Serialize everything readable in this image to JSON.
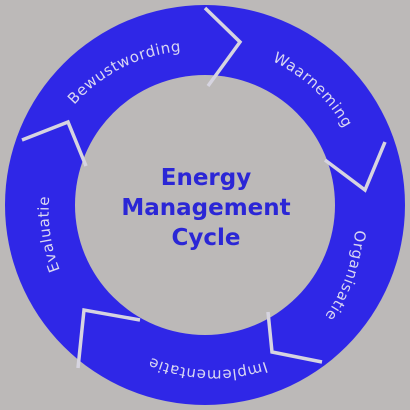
{
  "center": {
    "lines": [
      "Energy",
      "Management",
      "Cycle"
    ]
  },
  "segments": [
    {
      "label": "Bewustwording"
    },
    {
      "label": "Waarneming"
    },
    {
      "label": "Organisatie"
    },
    {
      "label": "Implementatie"
    },
    {
      "label": "Evaluatie"
    }
  ],
  "colors": {
    "background": "#bcb9b8",
    "ring": "#2f27e7",
    "divider": "#d6d4e0",
    "center_text": "#2b26d6",
    "label_text": "#d9d7f2"
  }
}
